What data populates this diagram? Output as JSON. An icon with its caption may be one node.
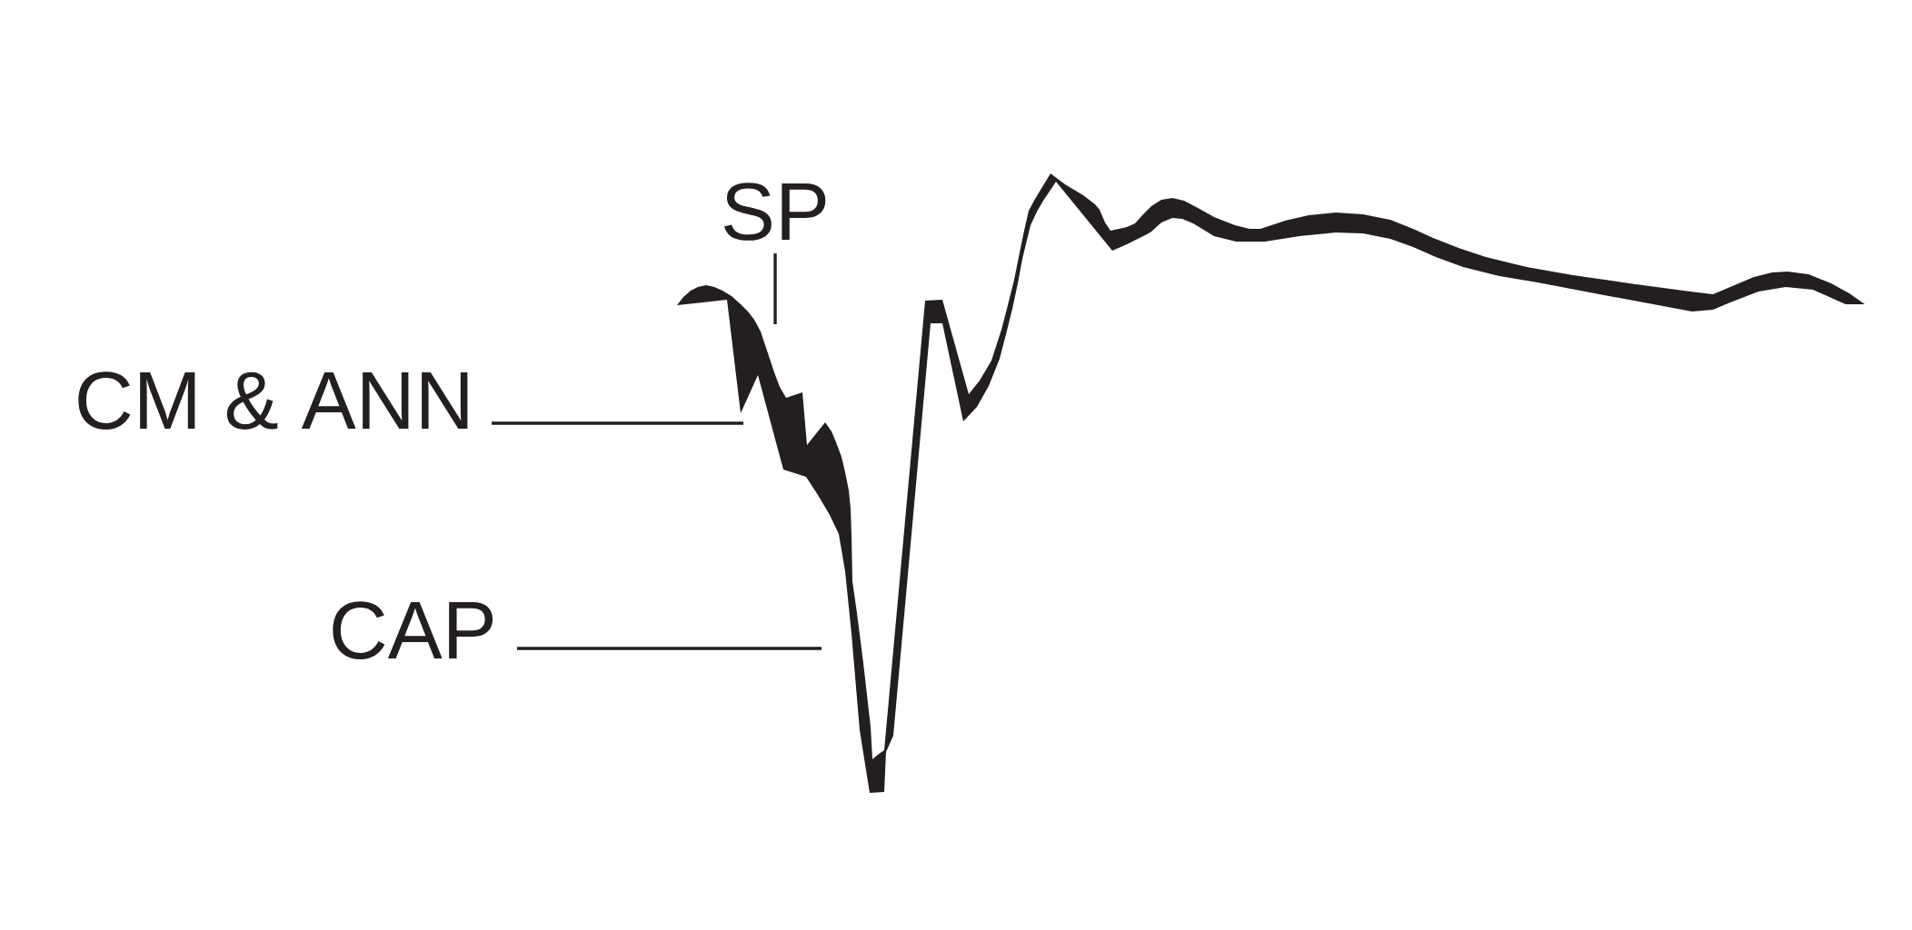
{
  "diagram": {
    "nodes": [
      {
        "text": [
          "SP"
        ]
      },
      {
        "text": [
          "CM & ANN"
        ]
      },
      {
        "text": [
          "CAP"
        ]
      }
    ],
    "edges": [
      {
        "from": 0,
        "to": null,
        "arrow": "none"
      },
      {
        "from": 1,
        "to": null,
        "arrow": "none"
      },
      {
        "from": 2,
        "to": null,
        "arrow": "none"
      }
    ]
  }
}
